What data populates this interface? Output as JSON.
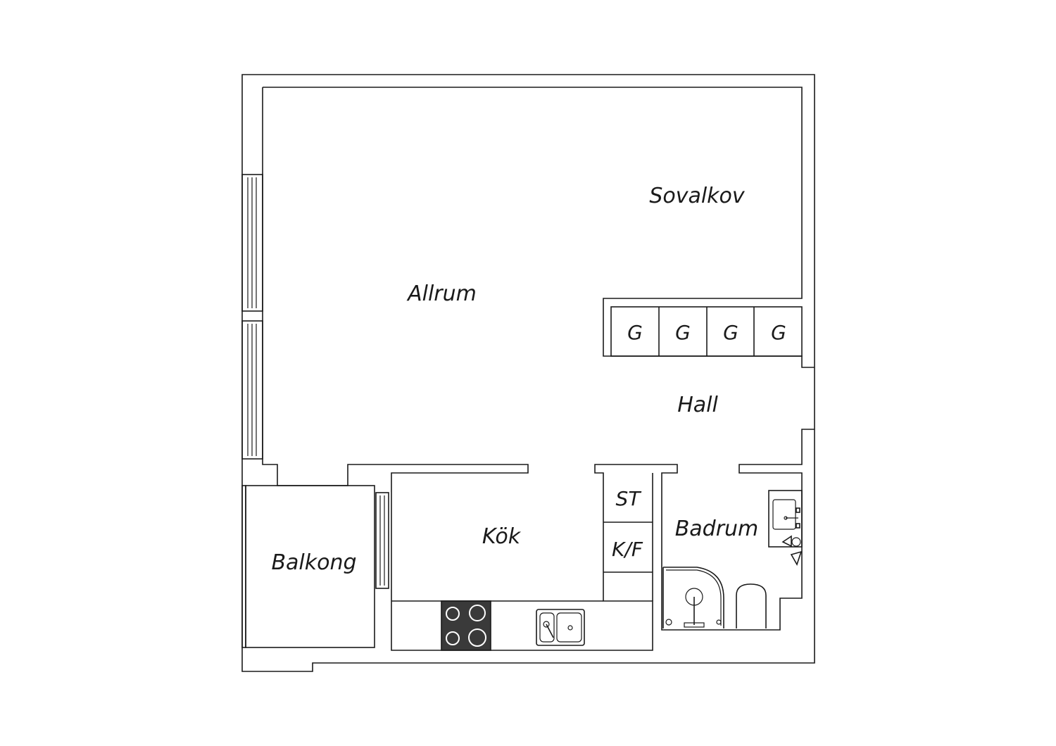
{
  "rooms": {
    "sovalkov": "Sovalkov",
    "allrum": "Allrum",
    "hall": "Hall",
    "kok": "Kök",
    "badrum": "Badrum",
    "balkong": "Balkong"
  },
  "storage": {
    "wardrobes": [
      "G",
      "G",
      "G",
      "G"
    ],
    "st": "ST",
    "kf": "K/F"
  },
  "colors": {
    "line": "#1a1a1a",
    "stove": "#3a3a3a",
    "background": "#ffffff"
  }
}
